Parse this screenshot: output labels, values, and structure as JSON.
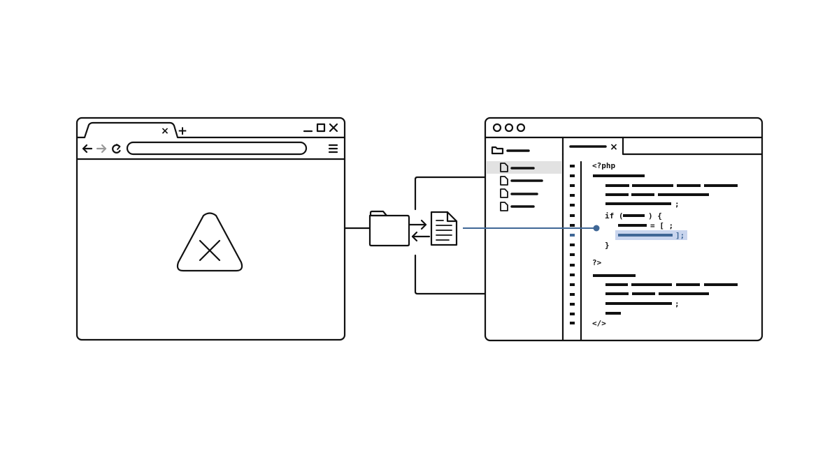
{
  "colors": {
    "stroke": "#111111",
    "accent": "#3f6796",
    "highlight": "#c9d5ee",
    "selected_row": "#e2e2e2",
    "background": "#ffffff"
  },
  "browser": {
    "tab_close_glyph": "×",
    "new_tab_glyph": "+",
    "icons": [
      "back-arrow-icon",
      "forward-arrow-icon",
      "reload-icon",
      "menu-icon",
      "minimize-icon",
      "maximize-icon",
      "close-icon",
      "error-warning-icon"
    ]
  },
  "connector": {
    "icons": [
      "folder-icon",
      "document-icon",
      "exchange-arrows-icon"
    ]
  },
  "editor": {
    "tab_close_glyph": "×",
    "window_dots": 3,
    "sidebar_file_count": 4,
    "code": {
      "php_open": "<?php",
      "if_keyword": "if (",
      "if_close": ") {",
      "assign": "= [ ;",
      "array_close": "];",
      "semicolon_1": ";",
      "brace_close": "}",
      "php_close": "?>",
      "semicolon_2": ";",
      "tag_close": "</>"
    }
  }
}
